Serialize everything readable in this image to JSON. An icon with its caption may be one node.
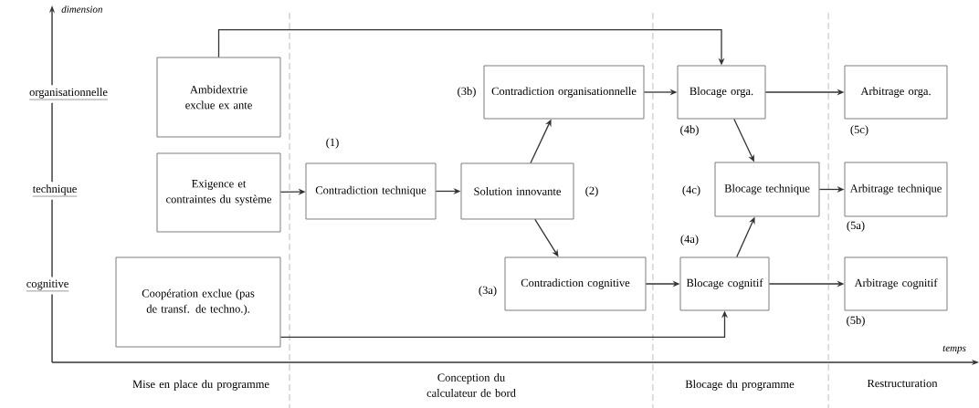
{
  "diagram": {
    "nodes": [
      {
        "text": [
          "Ambidextrie exclue ex ante"
        ]
      },
      {
        "text": [
          "Exigence et contraintes du système"
        ]
      },
      {
        "text": [
          "Coopération exclue (pas de transf. de techno.)."
        ]
      },
      {
        "text": [
          "Contradiction technique"
        ],
        "beside": [
          "(1)"
        ]
      },
      {
        "text": [
          "Solution innovante"
        ],
        "beside": [
          "(2)"
        ]
      },
      {
        "text": [
          "Contradiction organisationnelle"
        ],
        "beside": [
          "(3b)"
        ]
      },
      {
        "text": [
          "Contradiction cognitive"
        ],
        "beside": [
          "(3a)"
        ]
      },
      {
        "text": [
          "Blocage orga."
        ],
        "beside": [
          "(4b)"
        ]
      },
      {
        "text": [
          "Blocage technique"
        ],
        "beside": [
          "(4c)"
        ]
      },
      {
        "text": [
          "Blocage cognitif"
        ],
        "beside": [
          "(4a)"
        ]
      },
      {
        "text": [
          "Arbitrage orga."
        ],
        "beside": [
          "(5c)"
        ]
      },
      {
        "text": [
          "Arbitrage technique"
        ],
        "beside": [
          "(5a)"
        ]
      },
      {
        "text": [
          "Arbitrage cognitif"
        ],
        "beside": [
          "(5b)"
        ]
      }
    ],
    "edges": [
      {
        "from": 0,
        "to": 7,
        "arrow": "to"
      },
      {
        "from": 1,
        "to": 3,
        "arrow": "to"
      },
      {
        "from": 3,
        "to": 4,
        "arrow": "to"
      },
      {
        "from": 4,
        "to": 5,
        "arrow": "to"
      },
      {
        "from": 4,
        "to": 6,
        "arrow": "to"
      },
      {
        "from": 5,
        "to": 7,
        "arrow": "to"
      },
      {
        "from": 6,
        "to": 9,
        "arrow": "to"
      },
      {
        "from": 2,
        "to": 9,
        "arrow": "to"
      },
      {
        "from": 7,
        "to": 10,
        "arrow": "to"
      },
      {
        "from": 7,
        "to": 8,
        "arrow": "to"
      },
      {
        "from": 9,
        "to": 8,
        "arrow": "to"
      },
      {
        "from": 8,
        "to": 11,
        "arrow": "to"
      },
      {
        "from": 9,
        "to": 12,
        "arrow": "to"
      }
    ],
    "labels": [
      "dimension",
      "organisationnelle",
      "technique",
      "cognitive",
      "temps",
      "Mise en place du programme",
      "Conception du calculateur de bord",
      "Blocage du programme",
      "Restructuration"
    ]
  }
}
